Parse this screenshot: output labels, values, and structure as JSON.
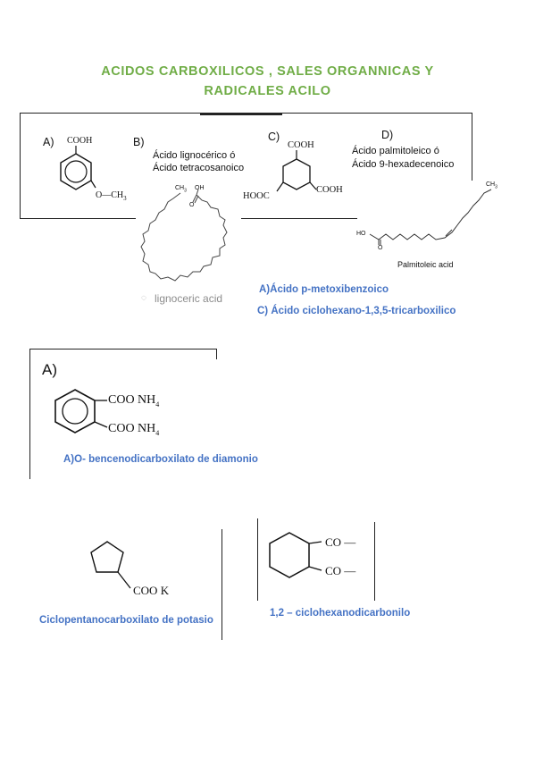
{
  "title": {
    "line1": "ACIDOS CARBOXILICOS , SALES ORGANNICAS Y",
    "line2": "RADICALES ACILO"
  },
  "acids": {
    "a_letter": "A)",
    "a_cooh": "COOH",
    "a_och3": "O—CH",
    "a_och3_sub": "3",
    "b_letter": "B)",
    "b_name1": "Ácido lignocérico ó",
    "b_name2": "Ácido tetracosanoico",
    "b_ch3": "CH",
    "b_ch3_sub": "3",
    "b_oh": "OH",
    "b_o": "O",
    "b_caption": "lignoceric acid",
    "c_letter": "C)",
    "c_cooh_top": "COOH",
    "c_hooc": "HOOC",
    "c_cooh_right": "COOH",
    "d_letter": "D)",
    "d_name1": "Ácido palmitoleico ó",
    "d_name2": "Ácido 9-hexadecenoico",
    "d_ch3": "CH",
    "d_ch3_sub": "3",
    "d_ho": "HO",
    "d_o": "O",
    "d_caption": "Palmitoleic acid",
    "answer_a": "A)Ácido p-metoxibenzoico",
    "answer_c": "C) Ácido ciclohexano-1,3,5-tricarboxilico"
  },
  "salts": {
    "a_letter": "A)",
    "coo1": "COO NH",
    "coo1_sub": "4",
    "coo2": "COO NH",
    "coo2_sub": "4",
    "answer": "A)O- bencenodicarboxilato de diamonio",
    "k_group": "COO  K",
    "k_answer": "Ciclopentanocarboxilato de potasio",
    "co1": "CO —",
    "co2": "CO —",
    "acyl_answer": "1,2 – ciclohexanodicarbonilo"
  }
}
